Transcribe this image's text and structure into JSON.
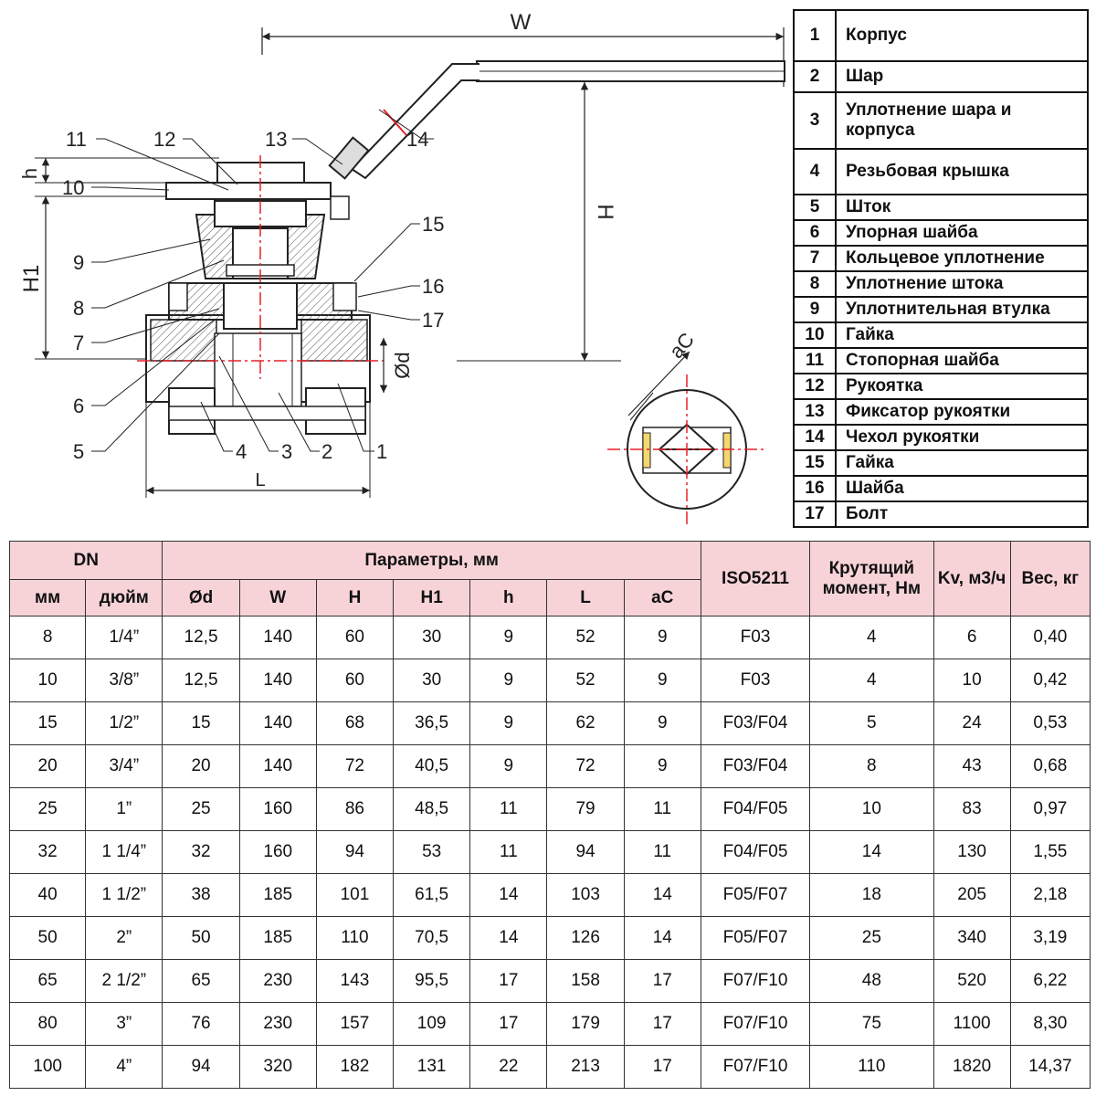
{
  "drawing": {
    "dimension_labels": {
      "W": "W",
      "H": "H",
      "H1": "H1",
      "h": "h",
      "L": "L",
      "od": "Ød",
      "aC": "aC"
    },
    "callouts": [
      "1",
      "2",
      "3",
      "4",
      "5",
      "6",
      "7",
      "8",
      "9",
      "10",
      "11",
      "12",
      "13",
      "14",
      "15",
      "16",
      "17"
    ],
    "accent_color": "#e8202a",
    "line_color": "#222222"
  },
  "parts": [
    {
      "num": "1",
      "name": "Корпус"
    },
    {
      "num": "2",
      "name": "Шар"
    },
    {
      "num": "3",
      "name": "Уплотнение шара и корпуса"
    },
    {
      "num": "4",
      "name": "Резьбовая крышка"
    },
    {
      "num": "5",
      "name": "Шток"
    },
    {
      "num": "6",
      "name": "Упорная шайба"
    },
    {
      "num": "7",
      "name": "Кольцевое уплотнение"
    },
    {
      "num": "8",
      "name": "Уплотнение штока"
    },
    {
      "num": "9",
      "name": "Уплотнительная втулка"
    },
    {
      "num": "10",
      "name": "Гайка"
    },
    {
      "num": "11",
      "name": "Стопорная шайба"
    },
    {
      "num": "12",
      "name": "Рукоятка"
    },
    {
      "num": "13",
      "name": "Фиксатор рукоятки"
    },
    {
      "num": "14",
      "name": "Чехол рукоятки"
    },
    {
      "num": "15",
      "name": "Гайка"
    },
    {
      "num": "16",
      "name": "Шайба"
    },
    {
      "num": "17",
      "name": "Болт"
    }
  ],
  "spec": {
    "header_color": "#f7d3d8",
    "headers": {
      "dn": "DN",
      "params": "Параметры, мм",
      "iso": "ISO5211",
      "torque": "Крутящий момент, Нм",
      "kv": "Kv, м3/ч",
      "weight": "Вес, кг",
      "mm": "мм",
      "inch": "дюйм",
      "od": "Ød",
      "w": "W",
      "h_big": "H",
      "h1": "H1",
      "h_small": "h",
      "l": "L",
      "ac": "aC"
    },
    "rows": [
      [
        "8",
        "1/4”",
        "12,5",
        "140",
        "60",
        "30",
        "9",
        "52",
        "9",
        "F03",
        "4",
        "6",
        "0,40"
      ],
      [
        "10",
        "3/8”",
        "12,5",
        "140",
        "60",
        "30",
        "9",
        "52",
        "9",
        "F03",
        "4",
        "10",
        "0,42"
      ],
      [
        "15",
        "1/2”",
        "15",
        "140",
        "68",
        "36,5",
        "9",
        "62",
        "9",
        "F03/F04",
        "5",
        "24",
        "0,53"
      ],
      [
        "20",
        "3/4”",
        "20",
        "140",
        "72",
        "40,5",
        "9",
        "72",
        "9",
        "F03/F04",
        "8",
        "43",
        "0,68"
      ],
      [
        "25",
        "1”",
        "25",
        "160",
        "86",
        "48,5",
        "11",
        "79",
        "11",
        "F04/F05",
        "10",
        "83",
        "0,97"
      ],
      [
        "32",
        "1 1/4”",
        "32",
        "160",
        "94",
        "53",
        "11",
        "94",
        "11",
        "F04/F05",
        "14",
        "130",
        "1,55"
      ],
      [
        "40",
        "1 1/2”",
        "38",
        "185",
        "101",
        "61,5",
        "14",
        "103",
        "14",
        "F05/F07",
        "18",
        "205",
        "2,18"
      ],
      [
        "50",
        "2”",
        "50",
        "185",
        "110",
        "70,5",
        "14",
        "126",
        "14",
        "F05/F07",
        "25",
        "340",
        "3,19"
      ],
      [
        "65",
        "2 1/2”",
        "65",
        "230",
        "143",
        "95,5",
        "17",
        "158",
        "17",
        "F07/F10",
        "48",
        "520",
        "6,22"
      ],
      [
        "80",
        "3”",
        "76",
        "230",
        "157",
        "109",
        "17",
        "179",
        "17",
        "F07/F10",
        "75",
        "1100",
        "8,30"
      ],
      [
        "100",
        "4”",
        "94",
        "320",
        "182",
        "131",
        "22",
        "213",
        "17",
        "F07/F10",
        "110",
        "1820",
        "14,37"
      ]
    ]
  }
}
